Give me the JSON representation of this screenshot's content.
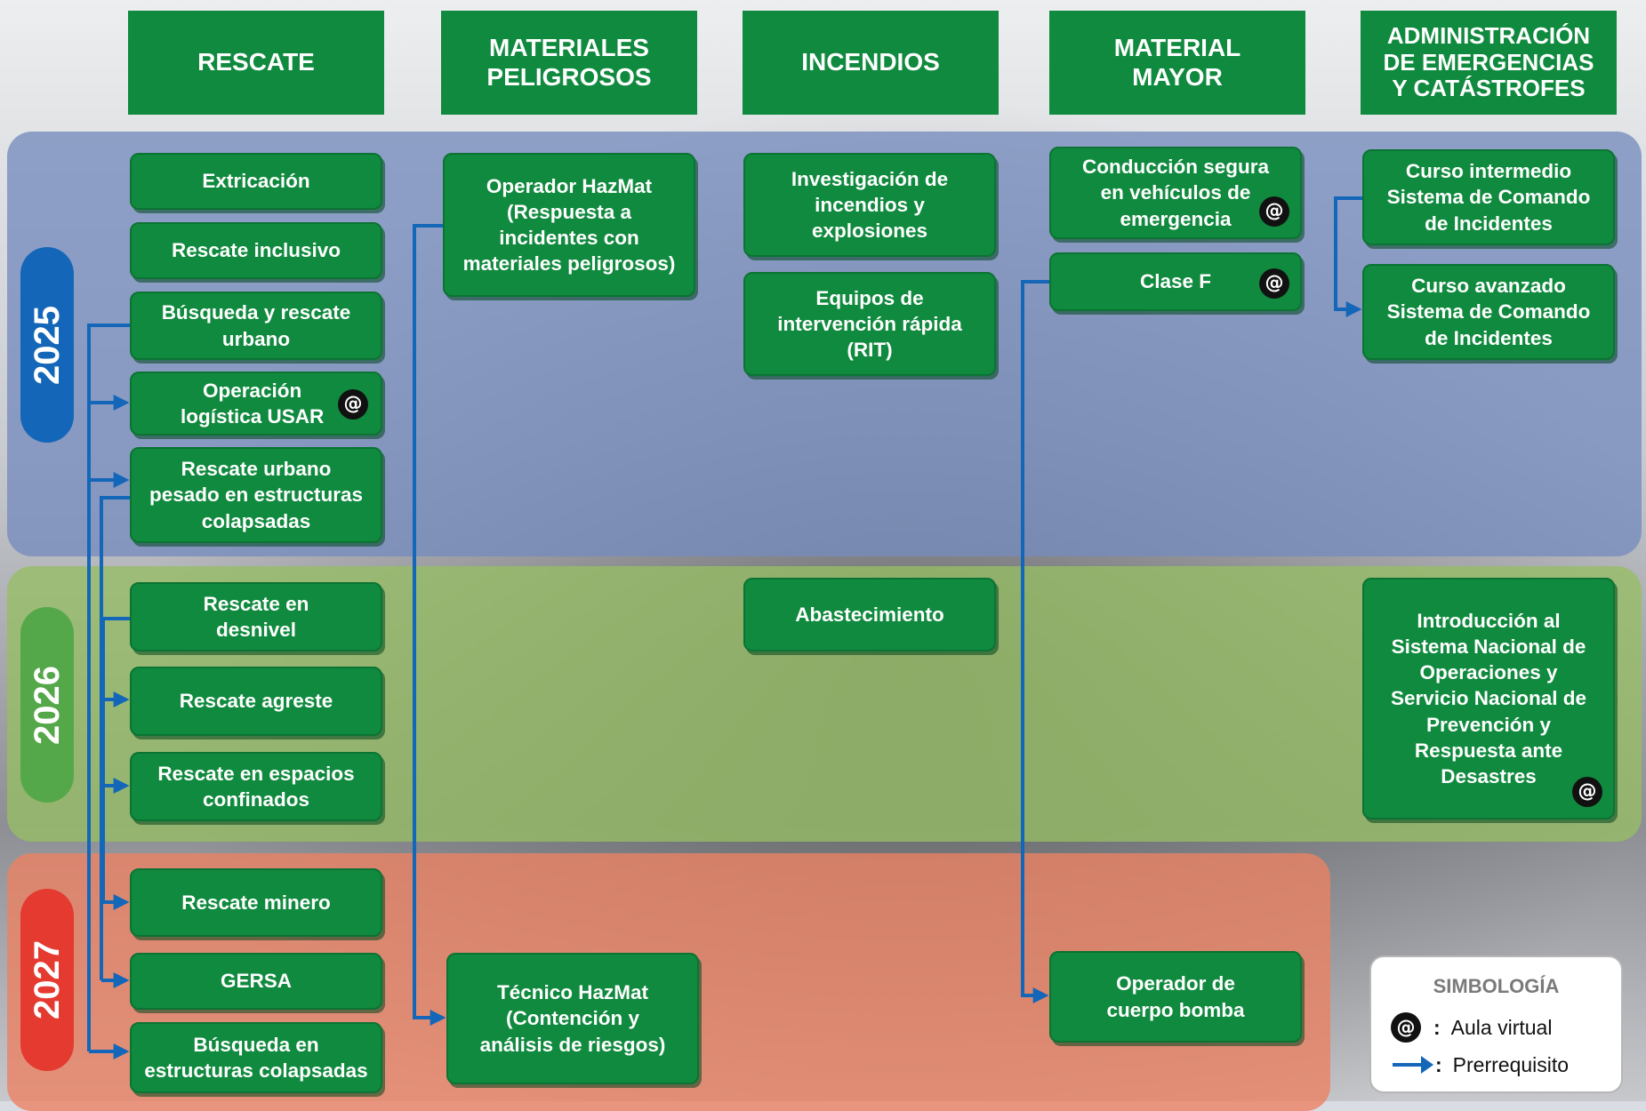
{
  "years": [
    "2025",
    "2026",
    "2027"
  ],
  "headers": [
    "RESCATE",
    "MATERIALES\nPELIGROSOS",
    "INCENDIOS",
    "MATERIAL\nMAYOR",
    "ADMINISTRACIÓN\nDE EMERGENCIAS\nY CATÁSTROFES"
  ],
  "courses": {
    "rescate": [
      {
        "label": "Extricación",
        "virtual": false
      },
      {
        "label": "Rescate inclusivo",
        "virtual": false
      },
      {
        "label": "Búsqueda y rescate\nurbano",
        "virtual": false
      },
      {
        "label": "Operación\nlogística USAR",
        "virtual": true
      },
      {
        "label": "Rescate urbano\npesado en estructuras\ncolapsadas",
        "virtual": false
      },
      {
        "label": "Rescate en\ndesnivel",
        "virtual": false
      },
      {
        "label": "Rescate agreste",
        "virtual": false
      },
      {
        "label": "Rescate en espacios\nconfinados",
        "virtual": false
      },
      {
        "label": "Rescate minero",
        "virtual": false
      },
      {
        "label": "GERSA",
        "virtual": false
      },
      {
        "label": "Búsqueda en\nestructuras colapsadas",
        "virtual": false
      }
    ],
    "materiales_peligrosos": [
      {
        "label": "Operador HazMat\n(Respuesta a\nincidentes con\nmateriales peligrosos)",
        "virtual": false
      },
      {
        "label": "Técnico HazMat\n(Contención y\nanálisis de riesgos)",
        "virtual": false
      }
    ],
    "incendios": [
      {
        "label": "Investigación de\nincendios y\nexplosiones",
        "virtual": false
      },
      {
        "label": "Equipos de\nintervención rápida\n(RIT)",
        "virtual": false
      },
      {
        "label": "Abastecimiento",
        "virtual": false
      }
    ],
    "material_mayor": [
      {
        "label": "Conducción segura\nen vehículos de\nemergencia",
        "virtual": true
      },
      {
        "label": "Clase F",
        "virtual": true
      },
      {
        "label": "Operador de\ncuerpo bomba",
        "virtual": false
      }
    ],
    "administracion": [
      {
        "label": "Curso intermedio\nSistema de Comando\nde Incidentes",
        "virtual": false
      },
      {
        "label": "Curso avanzado\nSistema de Comando\nde Incidentes",
        "virtual": false
      },
      {
        "label": "Introducción al\nSistema Nacional de\nOperaciones y\nServicio Nacional de\nPrevención y\nRespuesta ante\nDesastres",
        "virtual": true
      }
    ]
  },
  "virtual_symbol": "@",
  "legend": {
    "title": "SIMBOLOGÍA",
    "virtual_label": "Aula virtual",
    "prereq_label": "Prerrequisito",
    "separator": ":"
  },
  "colors": {
    "node_green": "#108a3e",
    "arrow_blue": "#1467b8",
    "year_2025": "#1467b8",
    "year_2026": "#55a84a",
    "year_2027": "#e43a30"
  }
}
